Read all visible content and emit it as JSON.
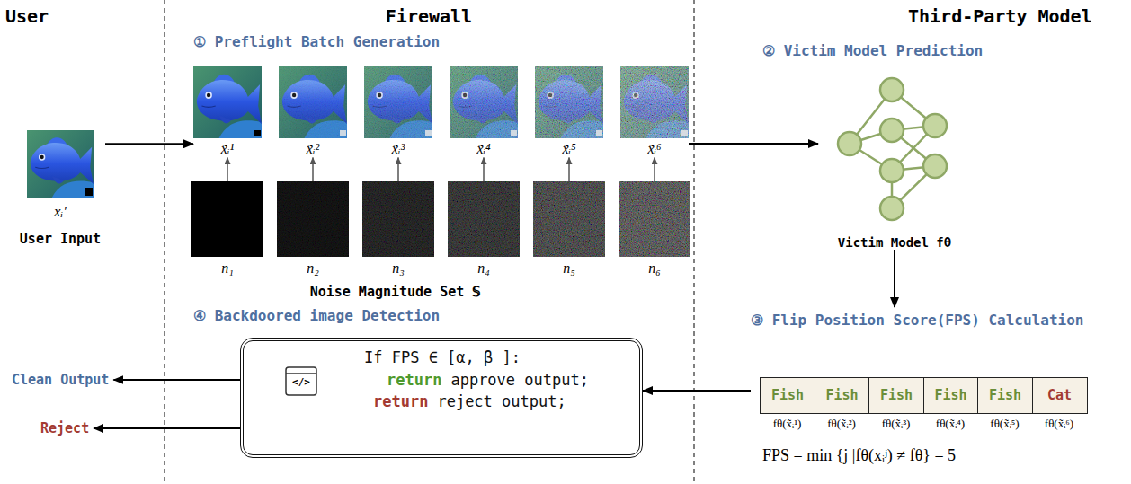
{
  "diagram": {
    "nodes": [
      {
        "text": [
          "xᵢ′",
          "User Input"
        ]
      },
      {
        "text": [
          "x̃ᵢ¹"
        ]
      },
      {
        "text": [
          "x̃ᵢ²"
        ]
      },
      {
        "text": [
          "x̃ᵢ³"
        ]
      },
      {
        "text": [
          "x̃ᵢ⁴"
        ]
      },
      {
        "text": [
          "x̃ᵢ⁵"
        ]
      },
      {
        "text": [
          "x̃ᵢ⁶"
        ]
      },
      {
        "text": [
          "n₁"
        ]
      },
      {
        "text": [
          "n₂"
        ]
      },
      {
        "text": [
          "n₃"
        ]
      },
      {
        "text": [
          "n₄"
        ]
      },
      {
        "text": [
          "n₅"
        ]
      },
      {
        "text": [
          "n₆"
        ]
      },
      {
        "text": [
          "Victim Model fθ"
        ]
      },
      {
        "text": [
          "③ Flip Position Score(FPS) Calculation"
        ]
      },
      {
        "text": [
          "Fish",
          "fθ(x̃ᵢ¹)"
        ],
        "in": 14
      },
      {
        "text": [
          "Fish",
          "fθ(x̃ᵢ²)"
        ],
        "in": 14
      },
      {
        "text": [
          "Fish",
          "fθ(x̃ᵢ³)"
        ],
        "in": 14
      },
      {
        "text": [
          "Fish",
          "fθ(x̃ᵢ⁴)"
        ],
        "in": 14
      },
      {
        "text": [
          "Fish",
          "fθ(x̃ᵢ⁵)"
        ],
        "in": 14
      },
      {
        "text": [
          "Cat",
          "fθ(x̃ᵢ⁶)"
        ],
        "in": 14
      },
      {
        "text": [
          "If FPS ∈ [α, β ]:",
          "return",
          "approve output;",
          "return",
          "reject output;"
        ]
      },
      {
        "text": [
          "Clean Output"
        ]
      },
      {
        "text": [
          "Reject"
        ]
      }
    ],
    "edges": [
      {
        "from": 0,
        "to": 1,
        "arrow": "to"
      },
      {
        "from": 7,
        "to": 1,
        "arrow": "to"
      },
      {
        "from": 8,
        "to": 2,
        "arrow": "to"
      },
      {
        "from": 9,
        "to": 3,
        "arrow": "to"
      },
      {
        "from": 10,
        "to": 4,
        "arrow": "to"
      },
      {
        "from": 11,
        "to": 5,
        "arrow": "to"
      },
      {
        "from": 12,
        "to": 6,
        "arrow": "to"
      },
      {
        "from": 6,
        "to": 13,
        "arrow": "to"
      },
      {
        "from": 13,
        "to": 14,
        "arrow": "to"
      },
      {
        "from": 14,
        "to": 21,
        "arrow": "to"
      },
      {
        "from": 21,
        "to": 22,
        "arrow": "to"
      },
      {
        "from": 21,
        "to": 23,
        "arrow": "to"
      }
    ],
    "labels": [
      "User",
      "Firewall",
      "Third-Party Model",
      "① Preflight Batch Generation",
      "② Victim Model Prediction",
      "Noise Magnitude Set 𝕊",
      "④ Backdoored image Detection",
      "</>",
      "FPS = min {j |fθ(xᵢʲ) ≠ fθ} = 5"
    ]
  }
}
